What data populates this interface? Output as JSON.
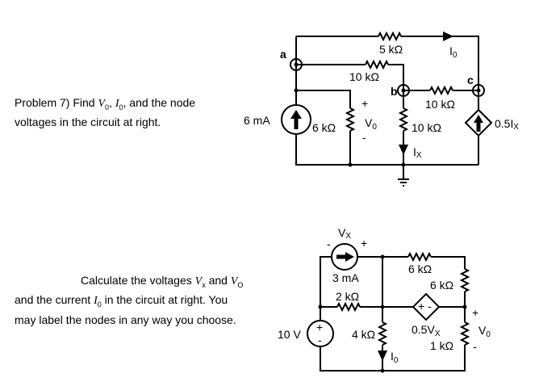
{
  "problem7": {
    "line1_pre": "Problem 7) Find ",
    "v0": "V",
    "v0_sub": "0",
    "sep1": ", ",
    "i0": "I",
    "i0_sub": "0",
    "line1_post": ", and the node",
    "line2": "voltages in the circuit at right.",
    "circuit": {
      "node_a": "a",
      "node_b": "b",
      "node_c": "c",
      "r_5k": "5 kΩ",
      "r_ab": "10 kΩ",
      "r_bc": "10 kΩ",
      "r_b_gnd": "10 kΩ",
      "r_6k": "6 kΩ",
      "src": "6 mA",
      "dep_src": "0.5I",
      "dep_src_sub": "X",
      "i0": "I",
      "i0_sub": "0",
      "ix": "I",
      "ix_sub": "X",
      "v0": "V",
      "v0_sub": "0",
      "plus": "+",
      "minus": "-"
    }
  },
  "problem8": {
    "line1_pre": "Calculate the voltages ",
    "vx": "V",
    "vx_sub": "x",
    "and": " and ",
    "vo": "V",
    "vo_sub": "O",
    "line2_pre": "and the current ",
    "io": "I",
    "io_sub": "0",
    "line2_post": " in the circuit at right.  You",
    "line3": "may label the nodes in any way you choose.",
    "circuit": {
      "vx": "V",
      "vx_sub": "X",
      "src_i": "3 mA",
      "r_2k": "2 kΩ",
      "src_v": "10 V",
      "r_4k": "4 kΩ",
      "io": "I",
      "io_sub": "0",
      "r_6k_h": "6 kΩ",
      "r_6k_v": "6 kΩ",
      "dep_src": "0.5V",
      "dep_src_sub": "X",
      "dep_pm": "+ -",
      "r_1k": "1 kΩ",
      "vo": "V",
      "vo_sub": "0",
      "plus": "+",
      "minus": "-"
    }
  }
}
